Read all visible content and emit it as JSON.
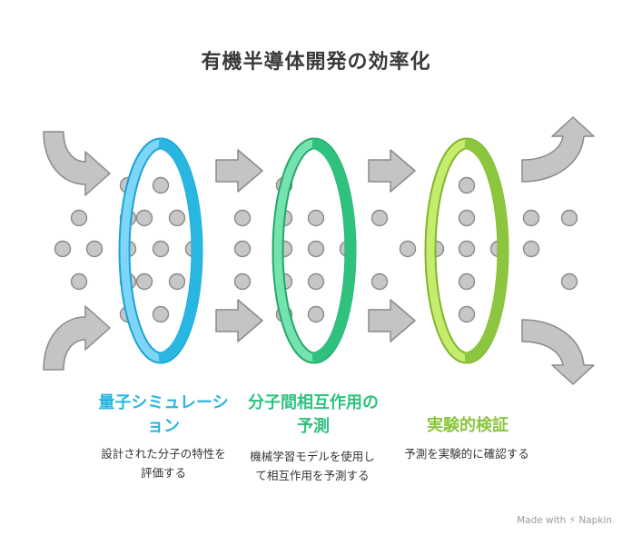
{
  "title": "有機半導体開発の効率化",
  "stages": [
    {
      "title": "量子シミュレーション",
      "description": "設計された分子の特性を評価する",
      "color": "#29b6e0"
    },
    {
      "title": "分子間相互作用の予測",
      "description": "機械学習モデルを使用して相互作用を予測する",
      "color": "#2ec27e"
    },
    {
      "title": "実験的検証",
      "description": "予測を実験的に確認する",
      "color": "#8cc63f"
    }
  ],
  "colors": {
    "ring1_fill": "#7dd6f7",
    "ring1_stroke": "#1aa3d6",
    "ring2_fill": "#74e3b0",
    "ring2_stroke": "#24a869",
    "ring3_fill": "#c6ec6e",
    "ring3_stroke": "#7fb62a",
    "dot": "#c7c7c7",
    "arrow": "#c4c4c4"
  },
  "watermark": {
    "prefix": "Made with",
    "brand": "Napkin"
  }
}
